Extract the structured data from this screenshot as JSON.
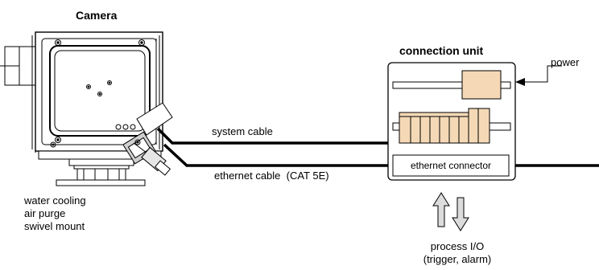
{
  "camera": {
    "title": "Camera",
    "features": [
      "water cooling",
      "air purge",
      "swivel mount"
    ]
  },
  "connection_unit": {
    "title": "connection unit",
    "ethernet_connector": "ethernet connector"
  },
  "cables": {
    "system": "system cable",
    "ethernet": "ethernet cable  (CAT 5E)"
  },
  "power": "power",
  "process_io": {
    "line1": "process I/O",
    "line2": "(trigger, alarm)"
  },
  "colors": {
    "slot_fill": "#f5d9b6",
    "arrow_fill": "#dcdcdc",
    "line": "#000000",
    "camera_shade": "#cfcfcf"
  }
}
